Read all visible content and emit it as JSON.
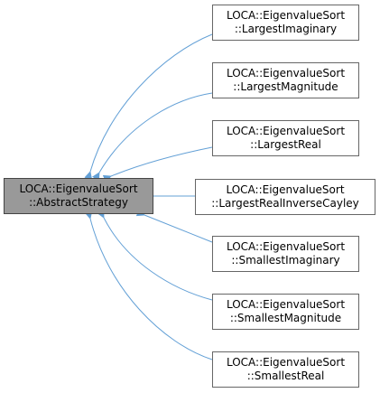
{
  "base_class": {
    "line1": "LOCA::EigenvalueSort",
    "line2": "::AbstractStrategy"
  },
  "derived_classes": [
    {
      "line1": "LOCA::EigenvalueSort",
      "line2": "::LargestImaginary"
    },
    {
      "line1": "LOCA::EigenvalueSort",
      "line2": "::LargestMagnitude"
    },
    {
      "line1": "LOCA::EigenvalueSort",
      "line2": "::LargestReal"
    },
    {
      "line1": "LOCA::EigenvalueSort",
      "line2": "::LargestRealInverseCayley"
    },
    {
      "line1": "LOCA::EigenvalueSort",
      "line2": "::SmallestImaginary"
    },
    {
      "line1": "LOCA::EigenvalueSort",
      "line2": "::SmallestMagnitude"
    },
    {
      "line1": "LOCA::EigenvalueSort",
      "line2": "::SmallestReal"
    }
  ],
  "colors": {
    "edge": "#63a0d6",
    "base_fill": "#999999",
    "node_border": "#666666"
  }
}
